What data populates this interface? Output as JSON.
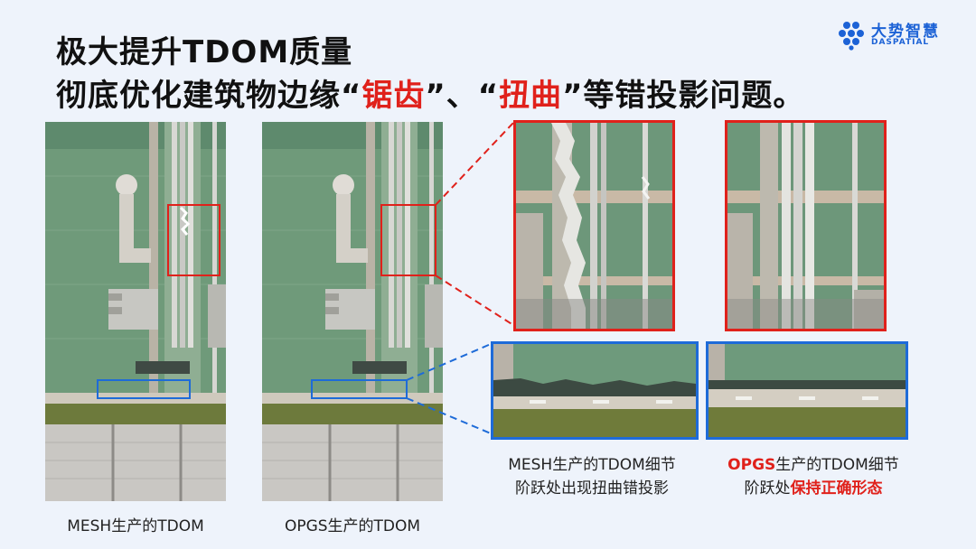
{
  "title": {
    "line1": "极大提升TDOM质量",
    "line2_a": "彻底优化建筑物边缘“",
    "line2_hl1": "锯齿",
    "line2_b": "”、“",
    "line2_hl2": "扭曲",
    "line2_c": "”等错投影问题。"
  },
  "logo": {
    "cn": "大势智慧",
    "en": "DASPATIAL"
  },
  "captions": {
    "mesh": "MESH生产的TDOM",
    "opgs": "OPGS生产的TDOM"
  },
  "notes": {
    "left_line1": "MESH生产的TDOM细节",
    "left_line2": "阶跃处出现扭曲错投影",
    "right_hl1": "OPGS",
    "right_line1": "生产的TDOM细节",
    "right_line2_a": "阶跃处",
    "right_hl2": "保持正确形态"
  },
  "colors": {
    "accent_red": "#e0211b",
    "accent_blue": "#1e6bd8",
    "brand": "#1c62d6",
    "roof_green": "#6f9a7a",
    "background": "#eef3fb"
  }
}
